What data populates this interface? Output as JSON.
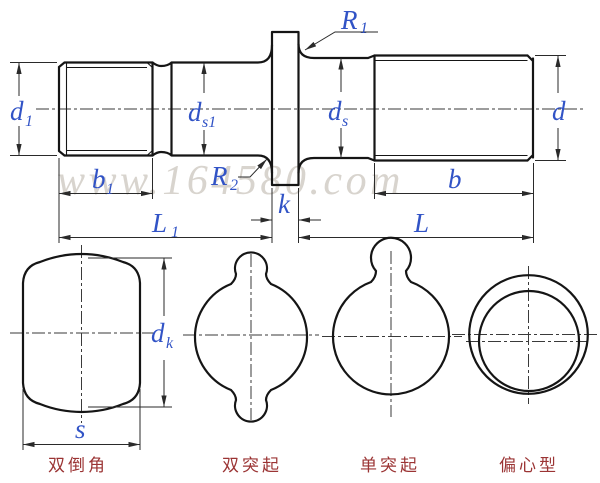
{
  "watermark": "www.164580.com",
  "dims": {
    "d1": {
      "main": "d",
      "sub": "1"
    },
    "b1": {
      "main": "b",
      "sub": "1"
    },
    "ds1": {
      "main": "d",
      "sub": "s1"
    },
    "R2": {
      "main": "R",
      "sub": "2"
    },
    "k": {
      "main": "k",
      "sub": ""
    },
    "L1": {
      "main": "L",
      "sub": "1"
    },
    "R1": {
      "main": "R",
      "sub": "1"
    },
    "ds": {
      "main": "d",
      "sub": "s"
    },
    "d": {
      "main": "d",
      "sub": ""
    },
    "b": {
      "main": "b",
      "sub": ""
    },
    "L": {
      "main": "L",
      "sub": ""
    },
    "dk": {
      "main": "d",
      "sub": "k"
    },
    "s": {
      "main": "s",
      "sub": ""
    }
  },
  "heads": {
    "items": [
      {
        "label": "双倒角"
      },
      {
        "label": "双突起"
      },
      {
        "label": "单突起"
      },
      {
        "label": "偏心型"
      }
    ]
  },
  "colors": {
    "dimension_text": "#3153C6",
    "type_label": "#9B3434",
    "outline": "#151515",
    "watermark": "#D8D4CE"
  }
}
